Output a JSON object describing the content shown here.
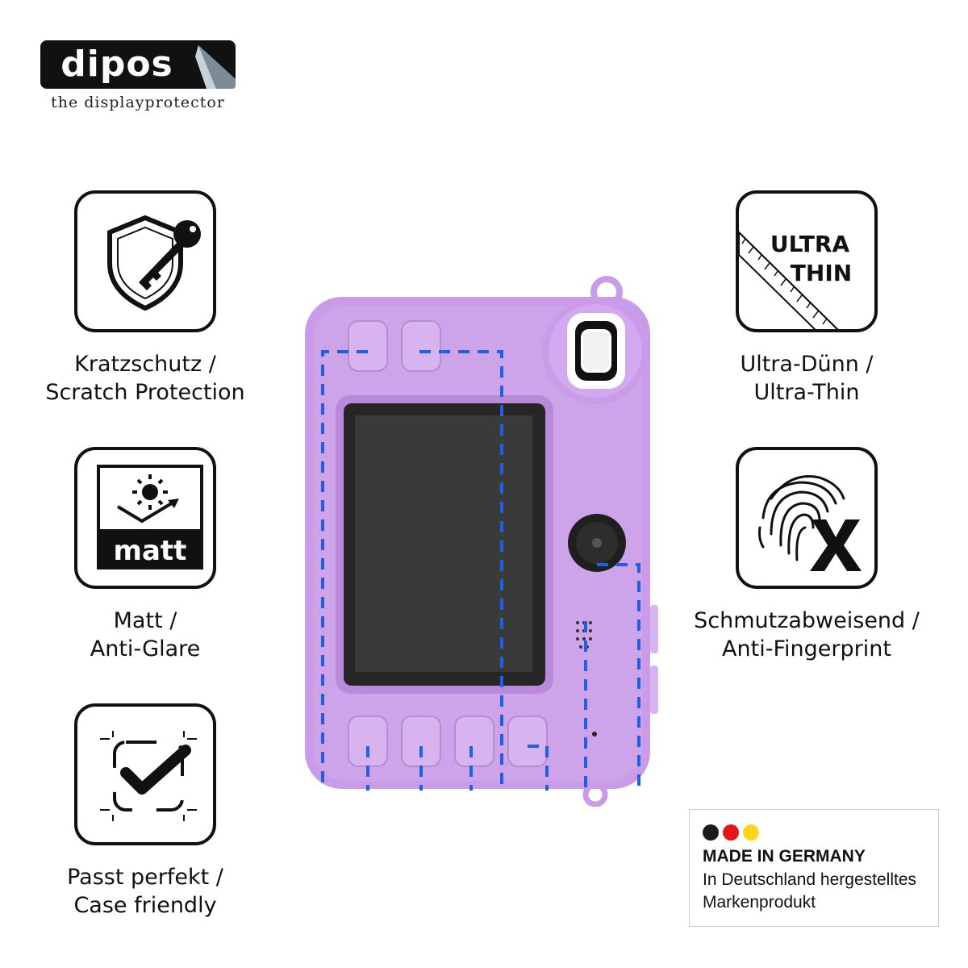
{
  "logo": {
    "brand": "dipos",
    "tagline": "the displayprotector"
  },
  "features": [
    {
      "icon": "shield-key-icon",
      "line1": "Kratzschutz /",
      "line2": "Scratch Protection"
    },
    {
      "icon": "matt-sun-icon",
      "label": "matt",
      "line1": "Matt /",
      "line2": "Anti-Glare"
    },
    {
      "icon": "checkmark-frame-icon",
      "line1": "Passt perfekt /",
      "line2": "Case friendly"
    },
    {
      "icon": "ultra-thin-ruler-icon",
      "label1": "ULTRA",
      "label2": "THIN",
      "line1": "Ultra-Dünn /",
      "line2": "Ultra-Thin"
    },
    {
      "icon": "fingerprint-x-icon",
      "line1": "Schmutzabweisend /",
      "line2": "Anti-Fingerprint"
    }
  ],
  "badge": {
    "title": "MADE IN GERMANY",
    "line1": "In Deutschland hergestelltes",
    "line2": "Markenprodukt",
    "flag_colors": [
      "#1a1a1a",
      "#e3161b",
      "#ffd51b"
    ]
  },
  "colors": {
    "camera_body": "#c99be8",
    "camera_button": "#d7b4f0",
    "cut_line": "#1f5fe0"
  }
}
